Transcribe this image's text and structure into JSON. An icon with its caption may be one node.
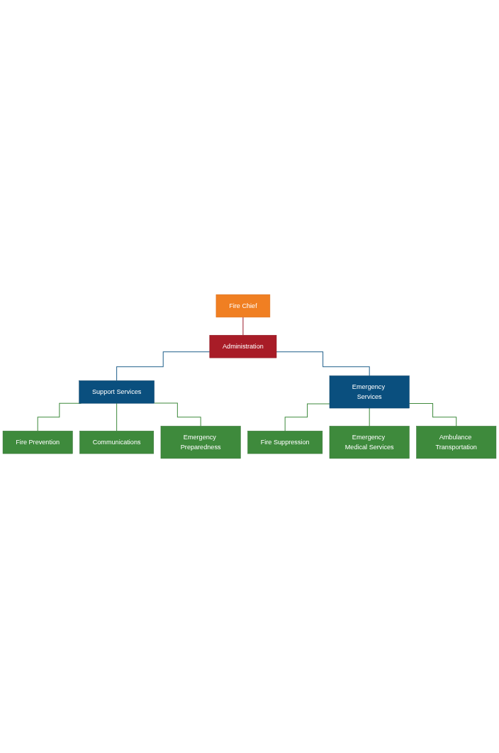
{
  "diagram": {
    "nodes": [
      {
        "text": [
          "Fire Chief"
        ]
      },
      {
        "text": [
          "Administration"
        ]
      },
      {
        "text": [
          "Support Services"
        ]
      },
      {
        "text": [
          "Emergency Services"
        ]
      },
      {
        "text": [
          "Fire Prevention"
        ]
      },
      {
        "text": [
          "Communications"
        ]
      },
      {
        "text": [
          "Emergency Preparedness"
        ]
      },
      {
        "text": [
          "Fire Suppression"
        ]
      },
      {
        "text": [
          "Emergency Medical Services"
        ]
      },
      {
        "text": [
          "Ambulance Transportation"
        ]
      }
    ],
    "edges": [
      {
        "from": 0,
        "to": 1,
        "arrow": "none",
        "color": "#9b1b2a"
      },
      {
        "from": 1,
        "to": 2,
        "arrow": "none",
        "color": "#1f5f8b"
      },
      {
        "from": 1,
        "to": 3,
        "arrow": "none",
        "color": "#1f5f8b"
      },
      {
        "from": 2,
        "to": 4,
        "arrow": "none"
      },
      {
        "from": 2,
        "to": 5,
        "arrow": "none"
      },
      {
        "from": 2,
        "to": 6,
        "arrow": "none"
      },
      {
        "from": 3,
        "to": 7,
        "arrow": "none"
      },
      {
        "from": 3,
        "to": 8,
        "arrow": "none"
      },
      {
        "from": 3,
        "to": 9,
        "arrow": "none"
      }
    ]
  }
}
